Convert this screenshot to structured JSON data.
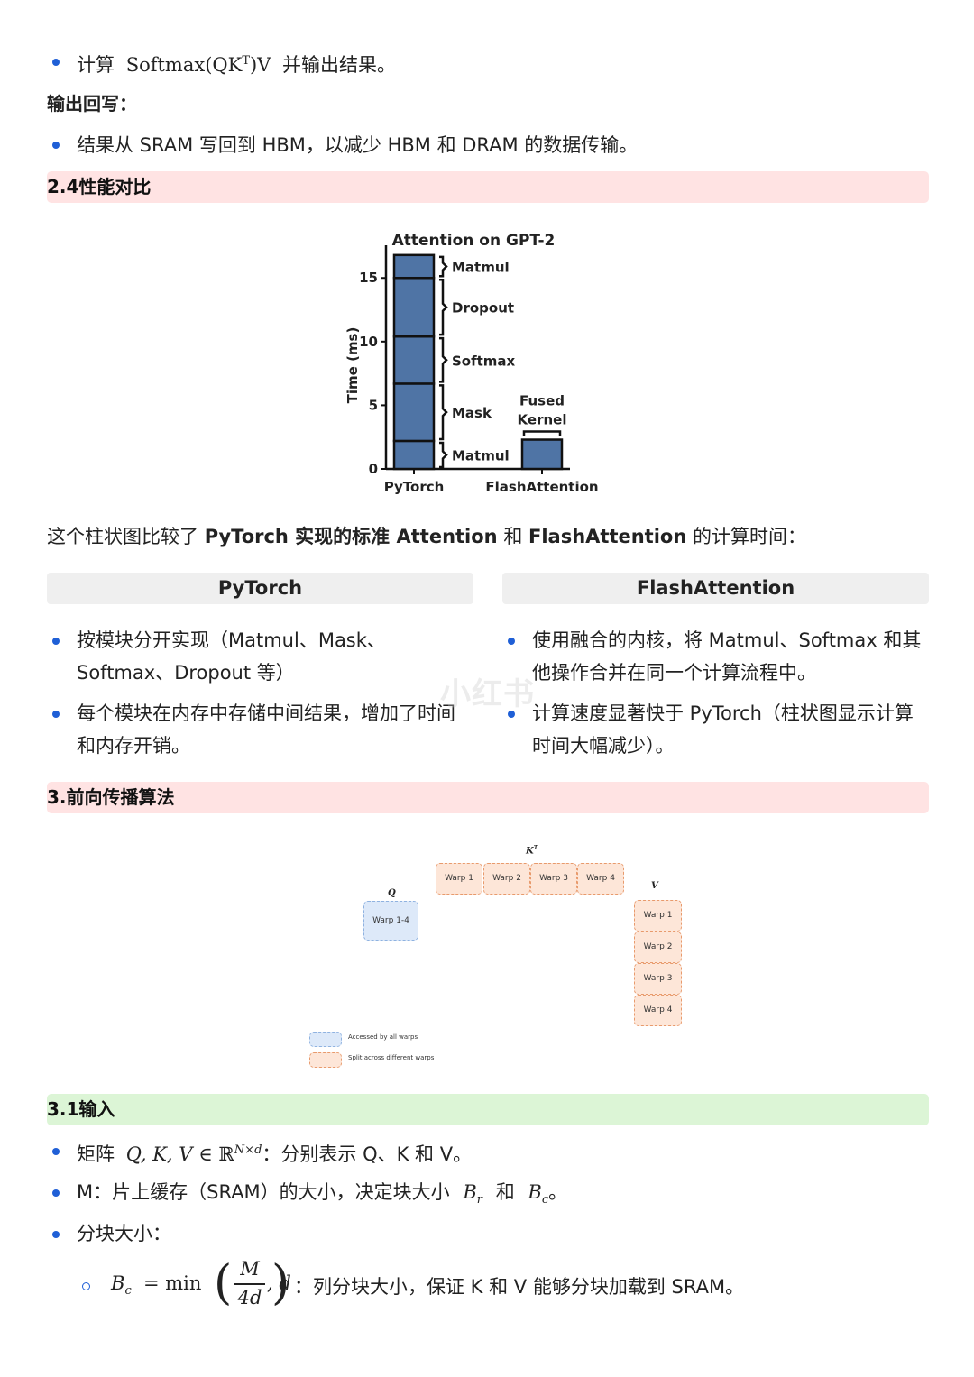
{
  "intro": {
    "bullet1": {
      "prefix": "计算",
      "expr": "Softmax(QK",
      "sup": "T",
      "expr_end": ")V",
      "suffix": "并输出结果。"
    },
    "writeback_heading": "输出回写：",
    "bullet2": "结果从 SRAM 写回到 HBM，以减少 HBM 和 DRAM 的数据传输。"
  },
  "section_24": {
    "title": "2.4性能对比"
  },
  "chart_data": {
    "type": "bar",
    "title": "Attention on GPT-2",
    "ylabel": "Time (ms)",
    "xlabel": "",
    "ylim": [
      0,
      17
    ],
    "yticks": [
      "0",
      "5",
      "10",
      "15"
    ],
    "categories": [
      "PyTorch",
      "FlashAttention"
    ],
    "stacks": [
      {
        "category": "PyTorch",
        "segments": [
          {
            "name": "Matmul",
            "start": 0,
            "end": 2.2
          },
          {
            "name": "Mask",
            "start": 2.2,
            "end": 6.7
          },
          {
            "name": "Softmax",
            "start": 6.7,
            "end": 10.4
          },
          {
            "name": "Dropout",
            "start": 10.4,
            "end": 15.0
          },
          {
            "name": "Matmul",
            "start": 15.0,
            "end": 16.8
          }
        ]
      },
      {
        "category": "FlashAttention",
        "segments": [
          {
            "name": "Fused",
            "name2": "Kernel",
            "start": 0,
            "end": 2.3
          }
        ]
      }
    ],
    "bar_color": "#4f74a5"
  },
  "compare_intro": {
    "prefix": "这个柱状图比较了 ",
    "bold1": "PyTorch 实现的标准 Attention",
    "mid": " 和 ",
    "bold2": "FlashAttention",
    "suffix": " 的计算时间："
  },
  "columns": {
    "left": {
      "header": "PyTorch",
      "b1_l1": "按模块分开实现（Matmul、Mask、",
      "b1_l2": "Softmax、Dropout 等）",
      "b2_l1": "每个模块在内存中存储中间结果，增加了时间",
      "b2_l2": "和内存开销。"
    },
    "right": {
      "header": "FlashAttention",
      "b1_l1": "使用融合的内核，将 Matmul、Softmax 和其",
      "b1_l2": "他操作合并在同一个计算流程中。",
      "b2_l1": "计算速度显著快于 PyTorch（柱状图显示计算",
      "b2_l2": "时间大幅减少）。"
    }
  },
  "watermark": "小红书",
  "section_3": {
    "title": "3.前向传播算法"
  },
  "warp_diagram": {
    "kt_label": "K",
    "kt_sup": "T",
    "q_label": "Q",
    "v_label": "V",
    "q_box": "Warp 1-4",
    "k_boxes": [
      "Warp 1",
      "Warp 2",
      "Warp 3",
      "Warp 4"
    ],
    "v_boxes": [
      "Warp 1",
      "Warp 2",
      "Warp 3",
      "Warp 4"
    ],
    "legend_blue": "Accessed by all warps",
    "legend_orange": "Split across different warps"
  },
  "section_31": {
    "title": "3.1输入",
    "b1_vars": "Q, K, V",
    "b1_in": "∈ ℝ",
    "b1_sup": "N×d",
    "b1_text": "：分别表示 Q、K 和 V。",
    "b2_text": "M：片上缓存（SRAM）的大小，决定块大小",
    "b2_var1": "B",
    "b2_sub1": "r",
    "b2_and": "和",
    "b2_var2": "B",
    "b2_sub2": "c",
    "b2_end": "。",
    "b3_text": "分块大小：",
    "sub1_lhs": "B",
    "sub1_sub": "c",
    "sub1_eq": "= min",
    "sub1_num": "M",
    "sub1_den": "4d",
    "sub1_arg": ", d",
    "sub1_text": "：列分块大小，保证 K 和 V 能够分块加载到 SRAM。"
  }
}
